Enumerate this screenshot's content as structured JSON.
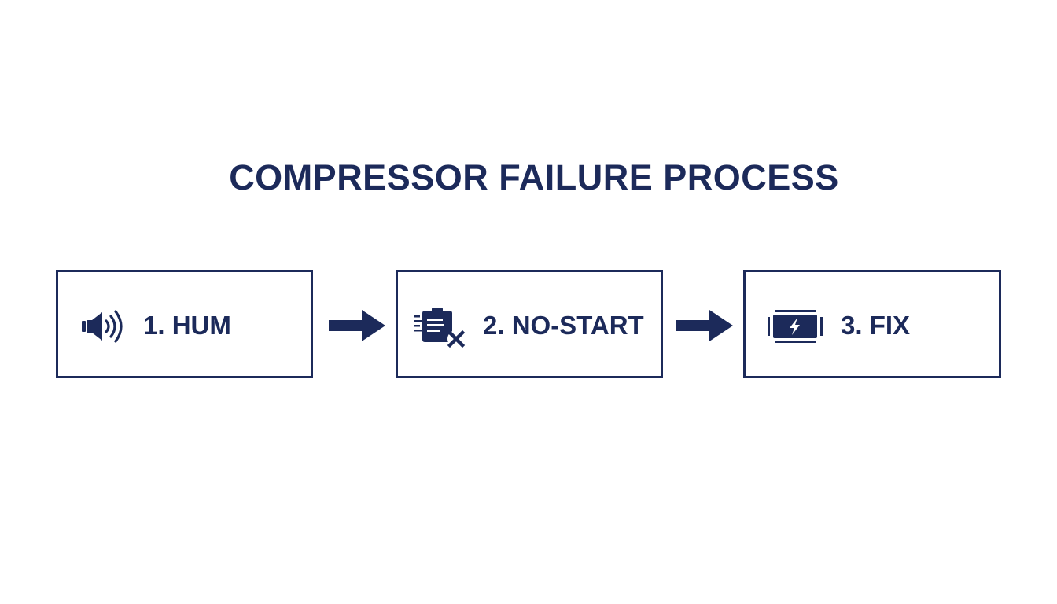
{
  "title": "COMPRESSOR FAILURE PROCESS",
  "steps": [
    {
      "label": "1. HUM",
      "icon": "speaker-sound-icon"
    },
    {
      "label": "2. NO-START",
      "icon": "clipboard-x-icon"
    },
    {
      "label": "3. FIX",
      "icon": "battery-bolt-icon"
    }
  ],
  "colors": {
    "primary": "#1c2a5a",
    "background": "#ffffff"
  }
}
